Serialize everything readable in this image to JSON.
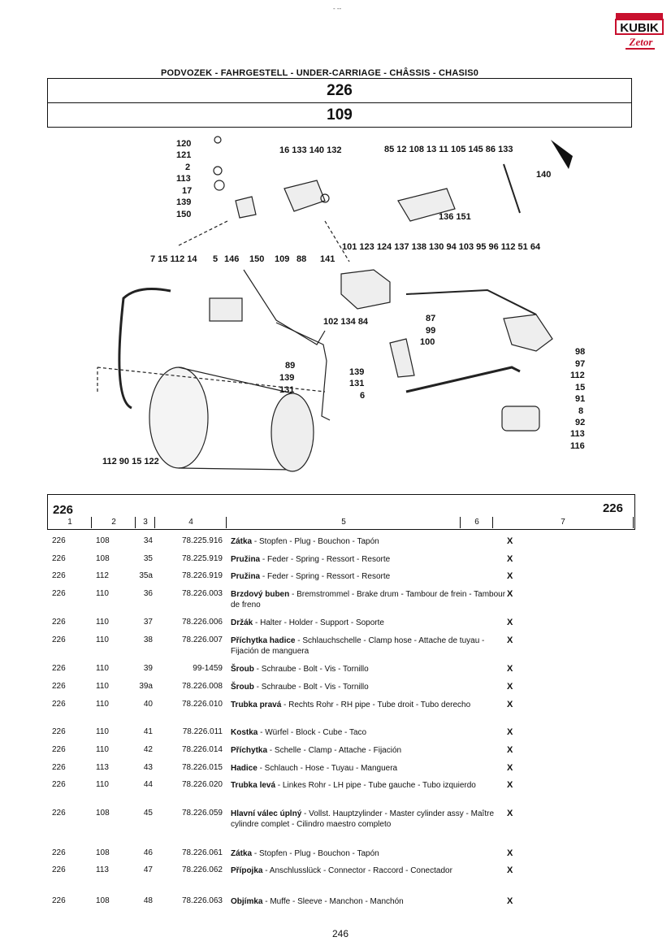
{
  "header": {
    "top_mark": "- --",
    "section_title": "PODVOZEK - FAHRGESTELL - UNDER-CARRIAGE - CHÂSSIS - CHASIS0",
    "group_code": "226",
    "sub_code": "109"
  },
  "logo": {
    "line1": "KUBIK",
    "line2": "Zetor"
  },
  "callouts": [
    "120",
    "121",
    "2",
    "113",
    "17",
    "139",
    "150",
    "16 133 140 132",
    "85 12 108 13 11 105 145 86 133",
    "140",
    "136 151",
    "101 123 124 137 138 130 94 103 95 96 112 51 64",
    "7 15 112 14",
    "5",
    "146",
    "150",
    "109",
    "88",
    "141",
    "102 134 84",
    "87",
    "99",
    "100",
    "98",
    "97",
    "112",
    "15",
    "91",
    "8",
    "92",
    "113",
    "116",
    "89",
    "139",
    "131",
    "139",
    "131",
    "6",
    "112 90 15 122"
  ],
  "table": {
    "code_left": "226",
    "code_right": "226",
    "columns": [
      "1",
      "2",
      "3",
      "4",
      "5",
      "6",
      "7"
    ],
    "rows": [
      {
        "c1": "226",
        "c2": "108",
        "c3": "34",
        "c4": "78.225.916",
        "bold": "Zátka",
        "rest": " - Stopfen - Plug - Bouchon - Tapón",
        "c7": "X"
      },
      {
        "c1": "226",
        "c2": "108",
        "c3": "35",
        "c4": "78.225.919",
        "bold": "Pružina",
        "rest": " - Feder - Spring - Ressort - Resorte",
        "c7": "X"
      },
      {
        "c1": "226",
        "c2": "112",
        "c3": "35a",
        "c4": "78.226.919",
        "bold": "Pružina",
        "rest": " - Feder - Spring - Ressort - Resorte",
        "c7": "X"
      },
      {
        "c1": "226",
        "c2": "110",
        "c3": "36",
        "c4": "78.226.003",
        "bold": "Brzdový buben",
        "rest": " - Bremstrommel - Brake drum - Tambour de frein - Tambour de freno",
        "c7": "X"
      },
      {
        "c1": "226",
        "c2": "110",
        "c3": "37",
        "c4": "78.226.006",
        "bold": "Držák",
        "rest": " - Halter - Holder - Support - Soporte",
        "c7": "X"
      },
      {
        "c1": "226",
        "c2": "110",
        "c3": "38",
        "c4": "78.226.007",
        "bold": "Příchytka hadice",
        "rest": " - Schlauchschelle - Clamp hose - Attache de tuyau - Fijación de manguera",
        "c7": "X"
      },
      {
        "c1": "226",
        "c2": "110",
        "c3": "39",
        "c4": "99-1459",
        "bold": "Šroub",
        "rest": " - Schraube - Bolt - Vis - Tornillo",
        "c7": "X"
      },
      {
        "c1": "226",
        "c2": "110",
        "c3": "39a",
        "c4": "78.226.008",
        "bold": "Šroub",
        "rest": " - Schraube - Bolt - Vis - Tornillo",
        "c7": "X"
      },
      {
        "c1": "226",
        "c2": "110",
        "c3": "40",
        "c4": "78.226.010",
        "bold": "Trubka pravá",
        "rest": " - Rechts Rohr - RH pipe - Tube droit - Tubo derecho",
        "c7": "X"
      },
      {
        "c1": "226",
        "c2": "110",
        "c3": "41",
        "c4": "78.226.011",
        "bold": "Kostka",
        "rest": " - Würfel - Block - Cube - Taco",
        "c7": "X"
      },
      {
        "c1": "226",
        "c2": "110",
        "c3": "42",
        "c4": "78.226.014",
        "bold": "Příchytka",
        "rest": " - Schelle - Clamp - Attache - Fijación",
        "c7": "X"
      },
      {
        "c1": "226",
        "c2": "113",
        "c3": "43",
        "c4": "78.226.015",
        "bold": "Hadice",
        "rest": " - Schlauch - Hose - Tuyau - Manguera",
        "c7": "X"
      },
      {
        "c1": "226",
        "c2": "110",
        "c3": "44",
        "c4": "78.226.020",
        "bold": "Trubka levá",
        "rest": " - Linkes Rohr - LH pipe - Tube gauche - Tubo izquierdo",
        "c7": "X"
      },
      {
        "c1": "226",
        "c2": "108",
        "c3": "45",
        "c4": "78.226.059",
        "bold": "Hlavní válec úplný",
        "rest": " - Vollst. Hauptzylinder - Master cylinder assy - Maître cylindre complet - Cilindro maestro completo",
        "c7": "X"
      },
      {
        "c1": "226",
        "c2": "108",
        "c3": "46",
        "c4": "78.226.061",
        "bold": "Zátka",
        "rest": " - Stopfen - Plug - Bouchon - Tapón",
        "c7": "X"
      },
      {
        "c1": "226",
        "c2": "113",
        "c3": "47",
        "c4": "78.226.062",
        "bold": "Přípojka",
        "rest": " - Anschlusslück - Connector - Raccord - Conectador",
        "c7": "X"
      },
      {
        "c1": "226",
        "c2": "108",
        "c3": "48",
        "c4": "78.226.063",
        "bold": "Objímka",
        "rest": " - Muffe - Sleeve - Manchon - Manchón",
        "c7": "X"
      }
    ]
  },
  "footer": {
    "page_number": "246"
  }
}
